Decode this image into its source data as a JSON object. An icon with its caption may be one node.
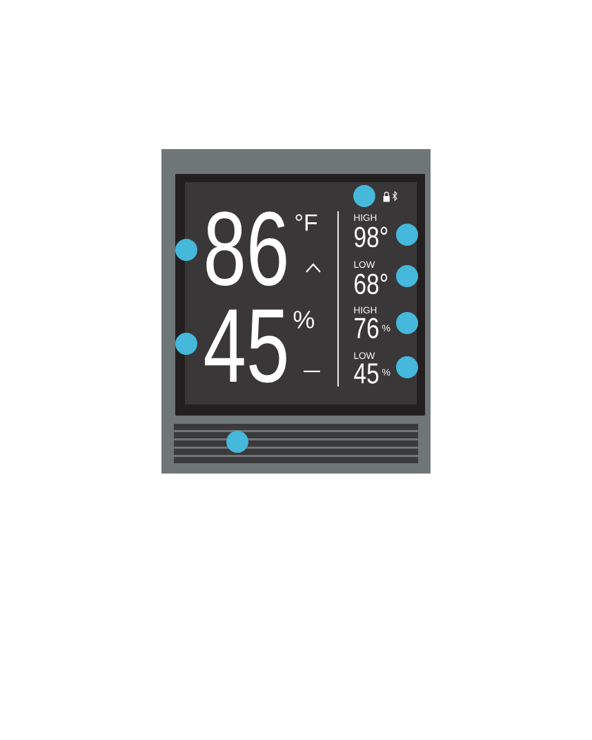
{
  "diagram": {
    "labels": [
      "86",
      "°F",
      "45",
      "%",
      "HIGH",
      "98°",
      "LOW",
      "68°",
      "HIGH",
      "76",
      "%",
      "LOW",
      "45",
      "%"
    ]
  }
}
